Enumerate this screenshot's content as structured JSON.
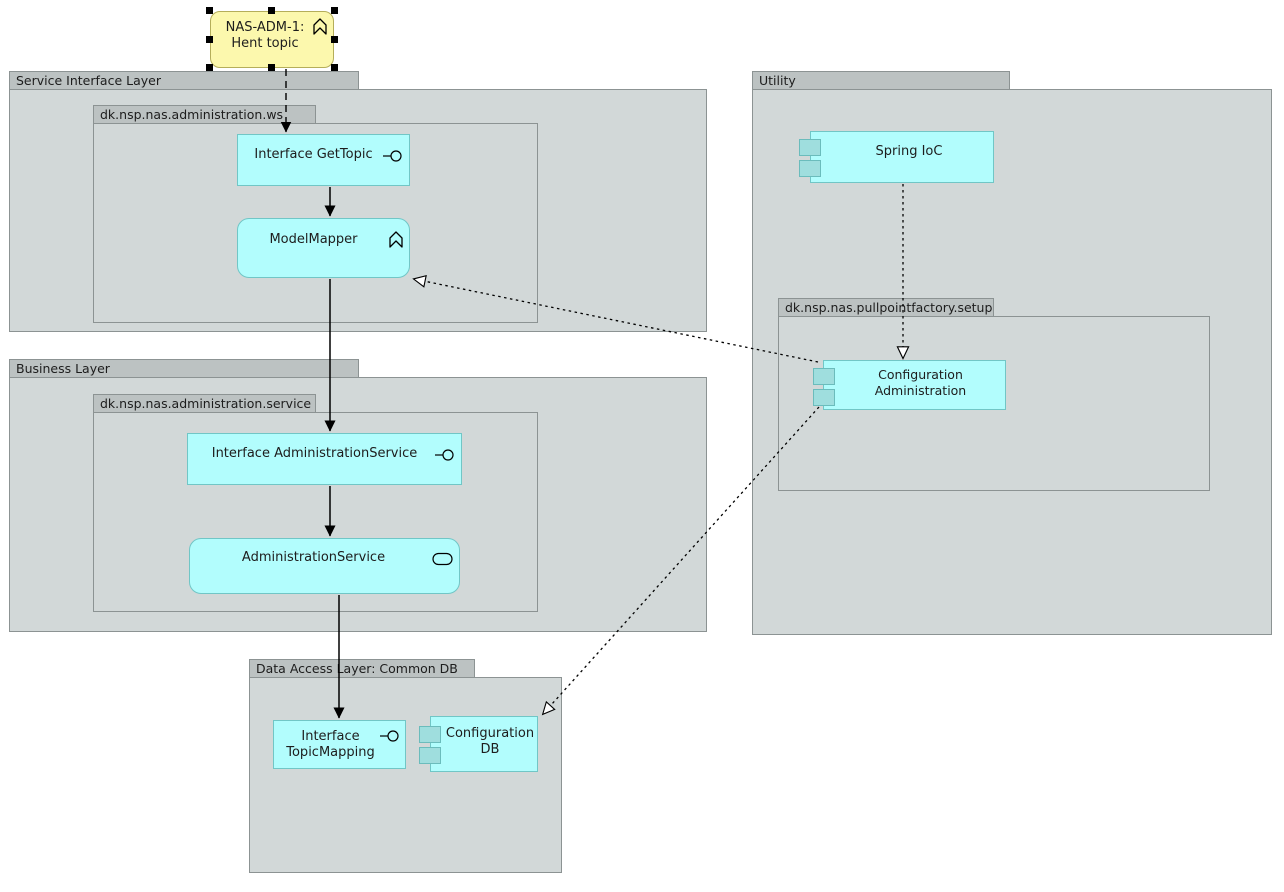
{
  "diagram": {
    "type": "uml-component-diagram",
    "background": "#ffffff",
    "colors": {
      "layer_fill": "#d2d8d8",
      "layer_border": "#8c9393",
      "tab_fill": "#bcc2c2",
      "component_fill": "#b2fdfd",
      "component_border": "#71c6c6",
      "component_tab_fill": "#9fdede",
      "selected_node_fill": "#fcf8ad",
      "selected_node_border": "#b5ae5a",
      "edge_color": "#000000",
      "handle_color": "#000000"
    }
  },
  "selected_node": {
    "label": "NAS-ADM-1:\nHent topic",
    "icon": "use-case-chevron-icon",
    "selected": true
  },
  "layers": [
    {
      "id": "service-interface-layer",
      "title": "Service Interface Layer",
      "package": {
        "id": "pkg-administration-ws",
        "title": "dk.nsp.nas.administration.ws",
        "nodes": [
          {
            "id": "interface-gettopic",
            "label": "Interface GetTopic",
            "icon": "lollipop-icon",
            "shape": "rectangle"
          },
          {
            "id": "modelmapper",
            "label": "ModelMapper",
            "icon": "use-case-chevron-icon",
            "shape": "rounded"
          }
        ]
      }
    },
    {
      "id": "business-layer",
      "title": "Business Layer",
      "package": {
        "id": "pkg-administration-service",
        "title": "dk.nsp.nas.administration.service",
        "nodes": [
          {
            "id": "interface-administrationservice",
            "label": "Interface AdministrationService",
            "icon": "lollipop-icon",
            "shape": "rectangle"
          },
          {
            "id": "administrationservice",
            "label": "AdministrationService",
            "icon": "rounded-rect-icon",
            "shape": "rounded"
          }
        ]
      }
    },
    {
      "id": "data-access-layer",
      "title": "Data Access Layer: Common DB",
      "nodes": [
        {
          "id": "interface-topicmapping",
          "label": "Interface\nTopicMapping",
          "icon": "lollipop-icon",
          "shape": "rectangle"
        },
        {
          "id": "configuration-db",
          "label": "Configuration\nDB",
          "icon": "component-tabs-icon",
          "shape": "component"
        }
      ]
    },
    {
      "id": "utility-layer",
      "title": "Utility",
      "nodes": [
        {
          "id": "spring-ioc",
          "label": "Spring IoC",
          "icon": "component-tabs-icon",
          "shape": "component"
        }
      ],
      "package": {
        "id": "pkg-pullpointfactory-setup",
        "title": "dk.nsp.nas.pullpointfactory.setup",
        "nodes": [
          {
            "id": "configuration-administration",
            "label": "Configuration Administration",
            "icon": "component-tabs-icon",
            "shape": "component"
          }
        ]
      }
    }
  ],
  "edges": [
    {
      "id": "edge-usecase-to-gettopic",
      "from": "NAS-ADM-1: Hent topic",
      "to": "Interface GetTopic",
      "style": "dashed",
      "arrow": "filled-triangle"
    },
    {
      "id": "edge-gettopic-to-modelmapper",
      "from": "Interface GetTopic",
      "to": "ModelMapper",
      "style": "solid",
      "arrow": "filled-triangle"
    },
    {
      "id": "edge-modelmapper-to-adminservice-interface",
      "from": "ModelMapper",
      "to": "Interface AdministrationService",
      "style": "solid",
      "arrow": "filled-triangle"
    },
    {
      "id": "edge-adminserviceiface-to-adminservice",
      "from": "Interface AdministrationService",
      "to": "AdministrationService",
      "style": "solid",
      "arrow": "filled-triangle"
    },
    {
      "id": "edge-adminservice-to-topicmapping",
      "from": "AdministrationService",
      "to": "Interface TopicMapping",
      "style": "solid",
      "arrow": "filled-triangle"
    },
    {
      "id": "edge-springioc-to-configadmin",
      "from": "Spring IoC",
      "to": "Configuration Administration",
      "style": "dotted",
      "arrow": "hollow-triangle"
    },
    {
      "id": "edge-configadmin-to-modelmapper",
      "from": "Configuration Administration",
      "to": "ModelMapper",
      "style": "dotted",
      "arrow": "hollow-triangle"
    },
    {
      "id": "edge-configadmin-to-configdb",
      "from": "Configuration Administration",
      "to": "Configuration DB",
      "style": "dotted",
      "arrow": "hollow-triangle"
    }
  ]
}
